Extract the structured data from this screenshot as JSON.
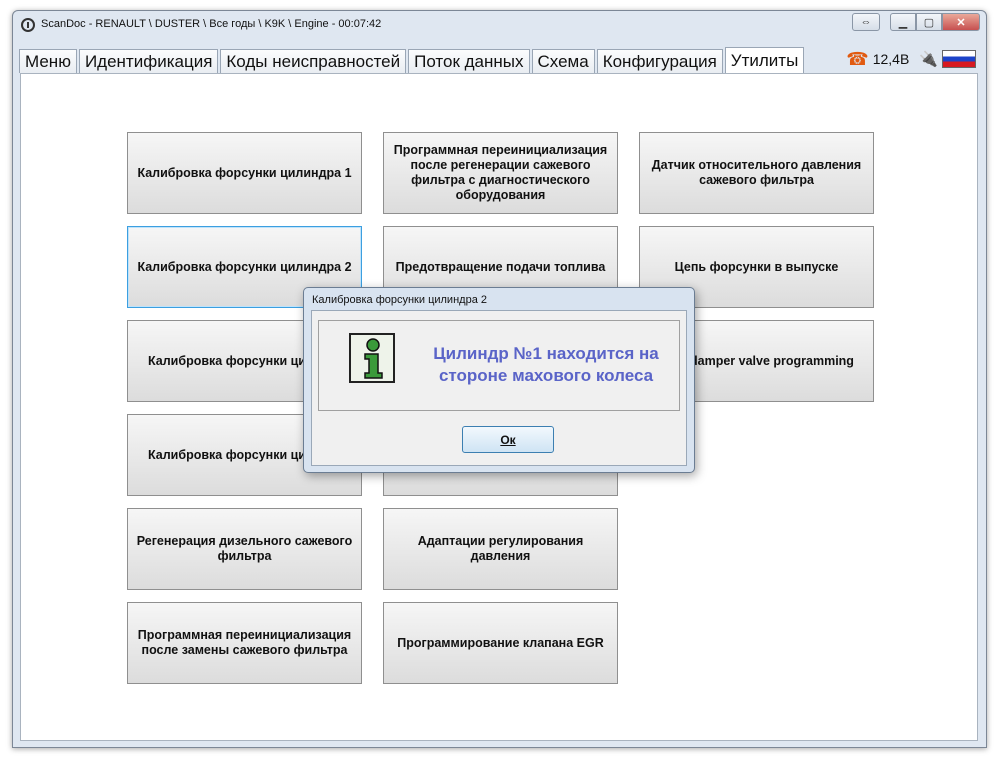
{
  "window": {
    "title": "ScanDoc - RENAULT \\ DUSTER \\ Все годы \\ K9K \\ Engine - 00:07:42",
    "help_icon": "double-arrow-icon",
    "minimize_icon": "minimize-icon",
    "maximize_icon": "maximize-icon",
    "close_icon": "close-icon"
  },
  "tabs": [
    {
      "label": "Меню"
    },
    {
      "label": "Идентификация"
    },
    {
      "label": "Коды неисправностей"
    },
    {
      "label": "Поток данных"
    },
    {
      "label": "Схема"
    },
    {
      "label": "Конфигурация"
    },
    {
      "label": "Утилиты",
      "active": true
    }
  ],
  "status": {
    "voltage": "12,4В",
    "phone_icon": "phone-icon",
    "plug_icon": "plug-icon",
    "flag_icon": "russia-flag-icon",
    "flag_colors": [
      "#ffffff",
      "#1c43c9",
      "#d71920"
    ]
  },
  "tiles": {
    "col1": [
      "Калибровка форсунки цилиндра 1",
      "Калибровка форсунки цилиндра 2",
      "Калибровка форсунки цил",
      "Калибровка форсунки цил",
      "Регенерация дизельного сажевого фильтра",
      "Программная переинициализация после замены сажевого фильтра"
    ],
    "col2": [
      "Программная переинициализация после регенерации сажевого фильтра с диагностического оборудования",
      "Предотвращение подачи топлива",
      "",
      "",
      "Адаптации регулирования давления",
      "Программирование клапана EGR"
    ],
    "col3": [
      "Датчик относительного давления сажевого фильтра",
      "Цепь форсунки в выпуске",
      "damper valve programming"
    ]
  },
  "dialog": {
    "title": "Калибровка форсунки цилиндра 2",
    "icon": "info-icon",
    "message_line1": "Цилиндр №1 находится на",
    "message_line2": "стороне махового колеса",
    "ok_label": "Ок",
    "message_color": "#5a64c8"
  }
}
